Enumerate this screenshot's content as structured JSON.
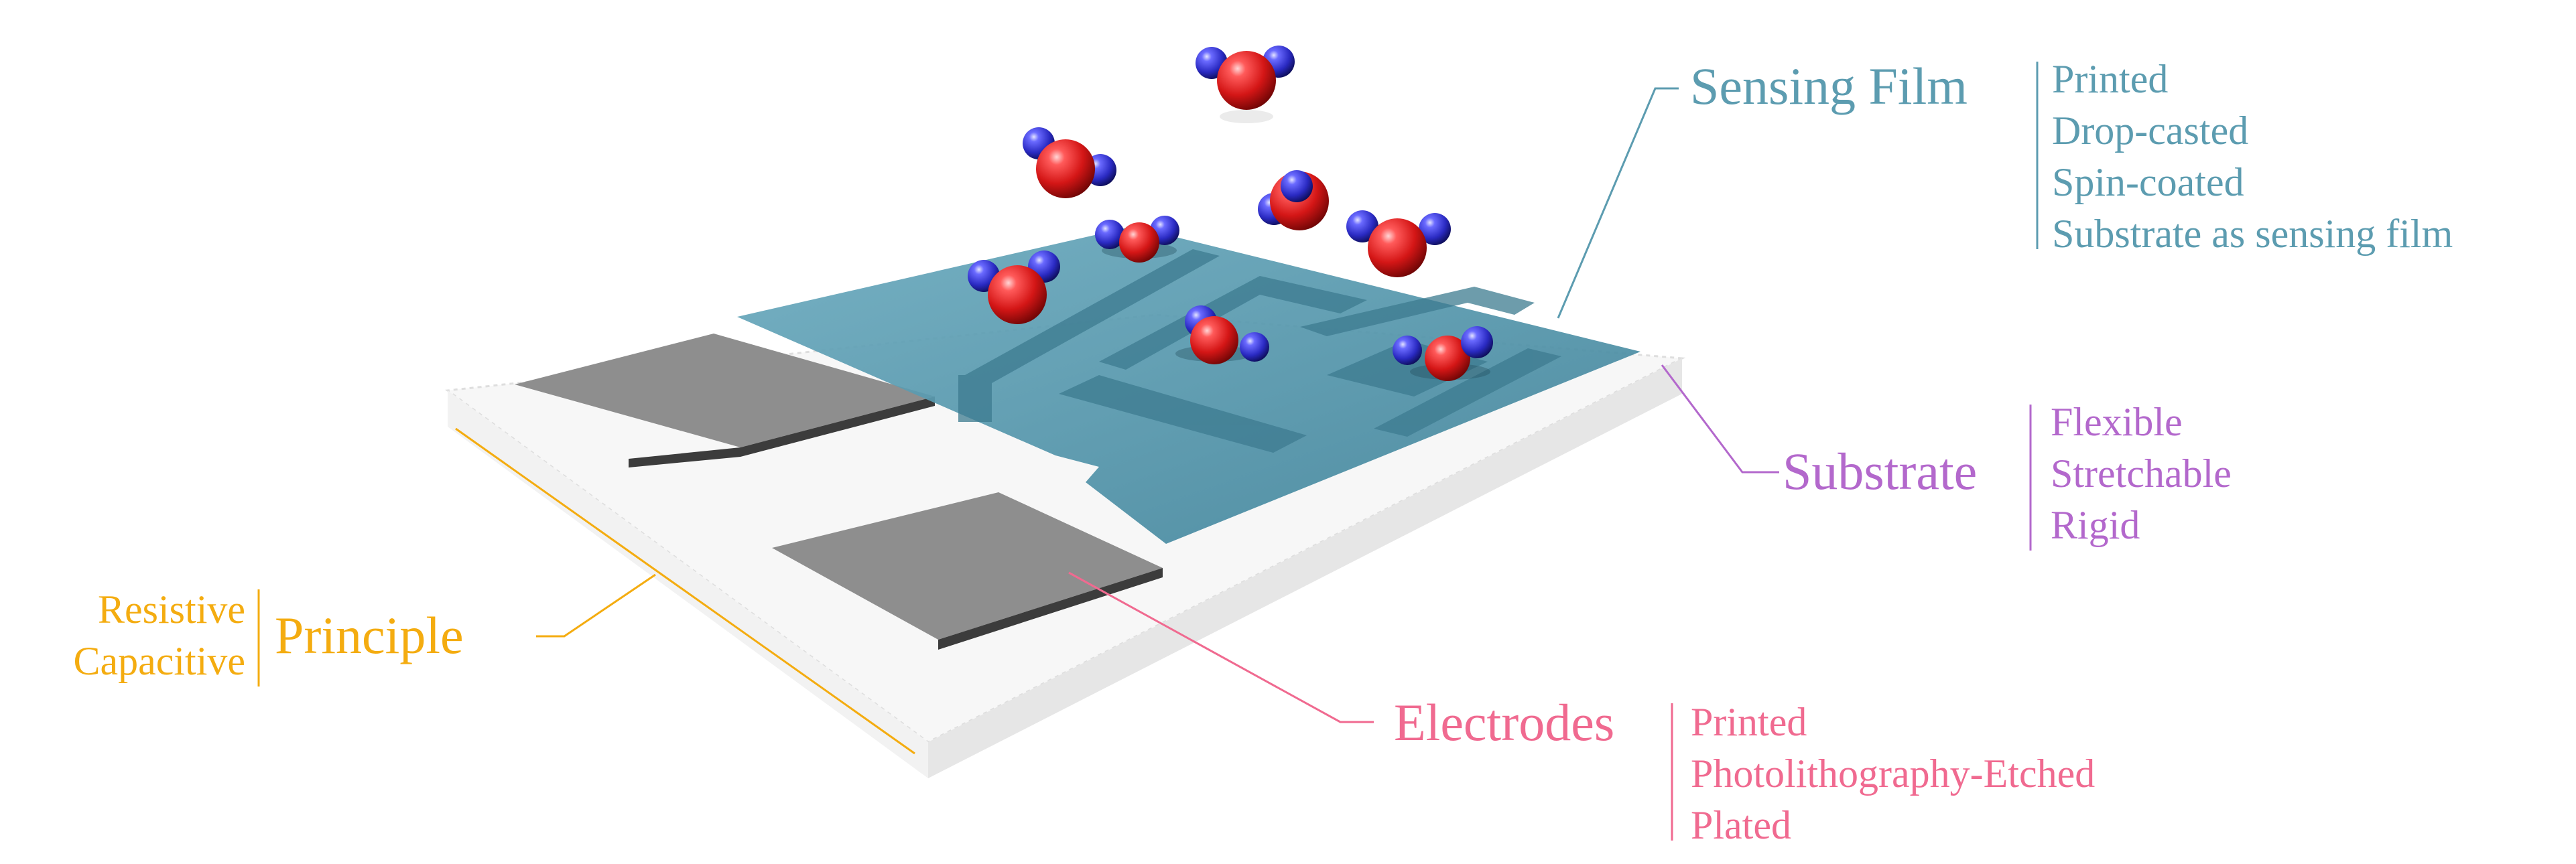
{
  "colors": {
    "sensing": "#5c9cb0",
    "substrate": "#b368cc",
    "electrodes": "#f06a90",
    "principle": "#f4ac10",
    "film_fill": "#4a8ea6",
    "electrode_pad": "#8c8c8c",
    "base_top": "#f7f7f7",
    "base_side": "#e4e4e4",
    "molecule_center": "#e02020",
    "molecule_atom": "#3a3ad8"
  },
  "sensing_film": {
    "title": "Sensing Film",
    "options": [
      "Printed",
      "Drop-casted",
      "Spin-coated",
      "Substrate as sensing film"
    ]
  },
  "substrate": {
    "title": "Substrate",
    "options": [
      "Flexible",
      "Stretchable",
      "Rigid"
    ]
  },
  "electrodes": {
    "title": "Electrodes",
    "options": [
      "Printed",
      "Photolithography-Etched",
      "Plated"
    ]
  },
  "principle": {
    "title": "Principle",
    "options": [
      "Resistive",
      "Capacitive"
    ]
  }
}
